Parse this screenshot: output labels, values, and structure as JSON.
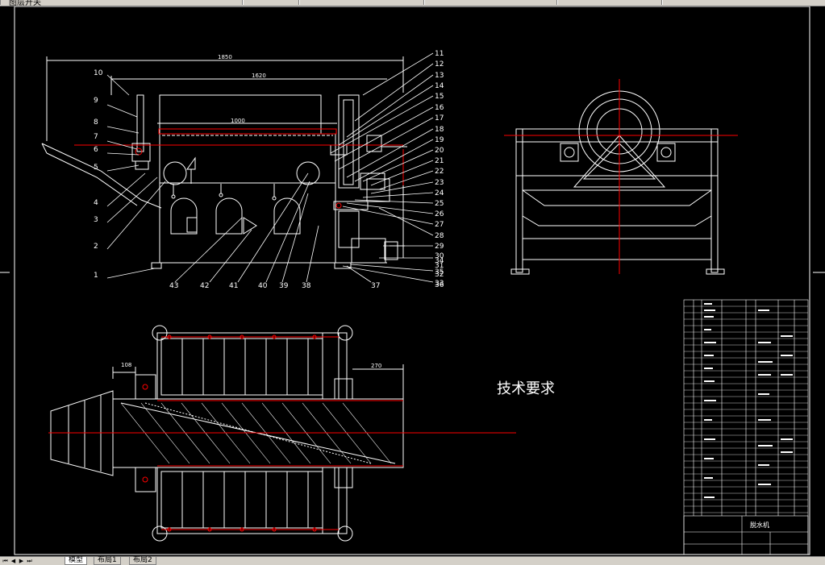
{
  "toolbar": {
    "segments": [
      {
        "label": "图层开关"
      },
      {
        "label": ""
      },
      {
        "label": ""
      },
      {
        "label": ""
      },
      {
        "label": ""
      },
      {
        "label": ""
      }
    ]
  },
  "drawing": {
    "part_numbers_right": [
      "11",
      "12",
      "13",
      "14",
      "15",
      "16",
      "17",
      "18",
      "19",
      "20",
      "21",
      "22",
      "23",
      "24",
      "25",
      "26",
      "27",
      "28",
      "29",
      "30",
      "31",
      "32",
      "33",
      "34",
      "35",
      "36"
    ],
    "part_numbers_left": [
      "10",
      "9",
      "8",
      "7",
      "6",
      "5",
      "4",
      "3",
      "2",
      "1"
    ],
    "part_numbers_bottom": [
      "43",
      "42",
      "41",
      "40",
      "39",
      "38",
      "37"
    ],
    "dim_overall": "1850",
    "dim_second": "1620",
    "dim_third": "1000",
    "dim_plan_left": "108",
    "dim_plan_right": "270",
    "tech_requirements": "技术要求",
    "title_block_label": "脱水机"
  },
  "tabs": {
    "model": "模型",
    "layout1": "布局1",
    "layout2": "布局2"
  },
  "colors": {
    "background": "#000000",
    "line": "#ffffff",
    "centerline": "#ff0000",
    "leader": "#ffffff"
  }
}
